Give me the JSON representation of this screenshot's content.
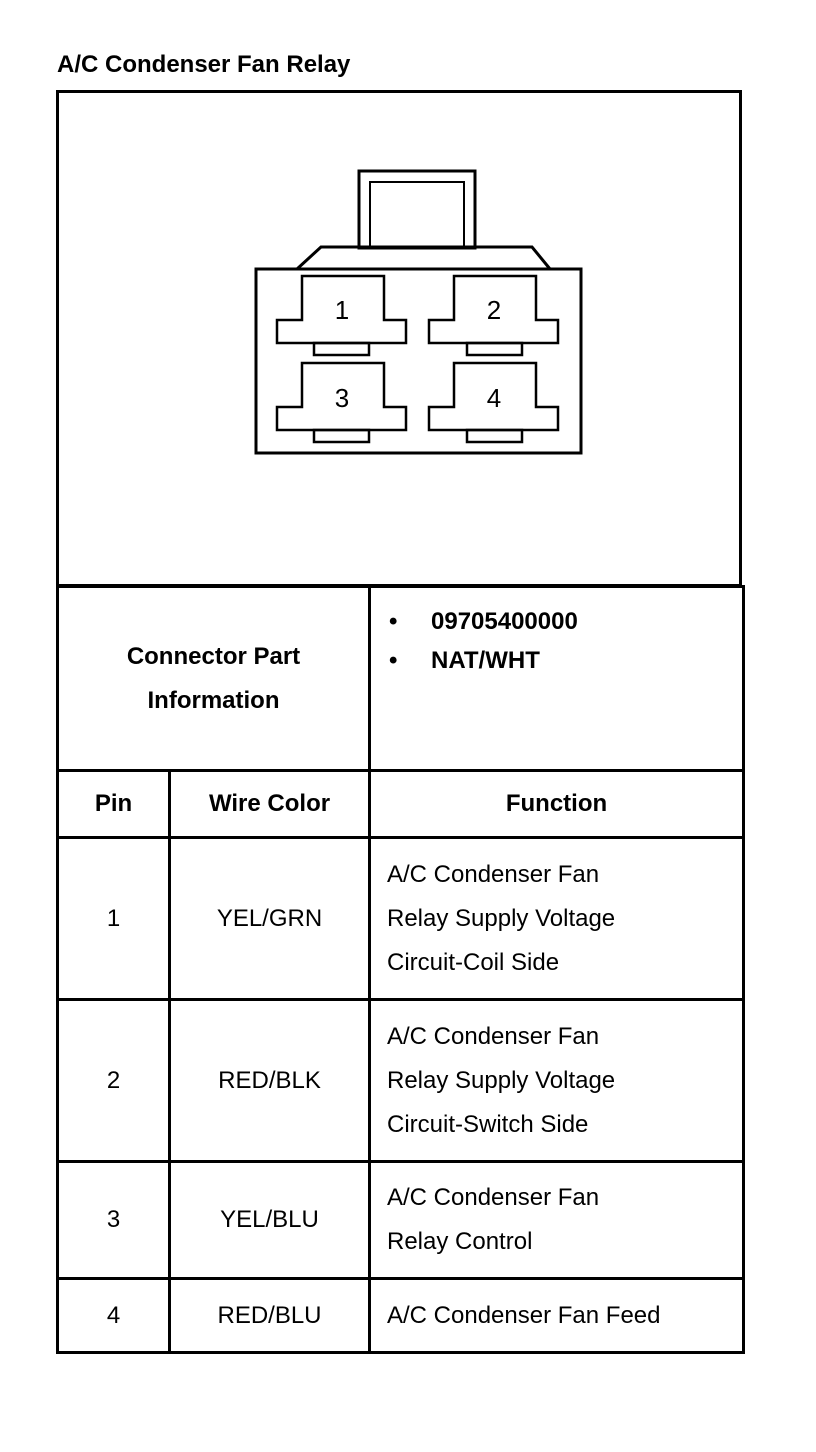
{
  "title": "A/C Condenser Fan Relay",
  "connector": {
    "pins": [
      "1",
      "2",
      "3",
      "4"
    ]
  },
  "part_info": {
    "label": "Connector Part Information",
    "values": [
      "09705400000",
      "NAT/WHT"
    ]
  },
  "table": {
    "headers": [
      "Pin",
      "Wire Color",
      "Function"
    ],
    "rows": [
      {
        "pin": "1",
        "wire": "YEL/GRN",
        "function": [
          "A/C Condenser Fan",
          "Relay Supply Voltage",
          "Circuit-Coil Side"
        ]
      },
      {
        "pin": "2",
        "wire": "RED/BLK",
        "function": [
          "A/C Condenser Fan",
          "Relay Supply Voltage",
          "Circuit-Switch Side"
        ]
      },
      {
        "pin": "3",
        "wire": "YEL/BLU",
        "function": [
          "A/C Condenser Fan",
          "Relay Control"
        ]
      },
      {
        "pin": "4",
        "wire": "RED/BLU",
        "function": [
          "A/C Condenser Fan Feed"
        ]
      }
    ]
  }
}
